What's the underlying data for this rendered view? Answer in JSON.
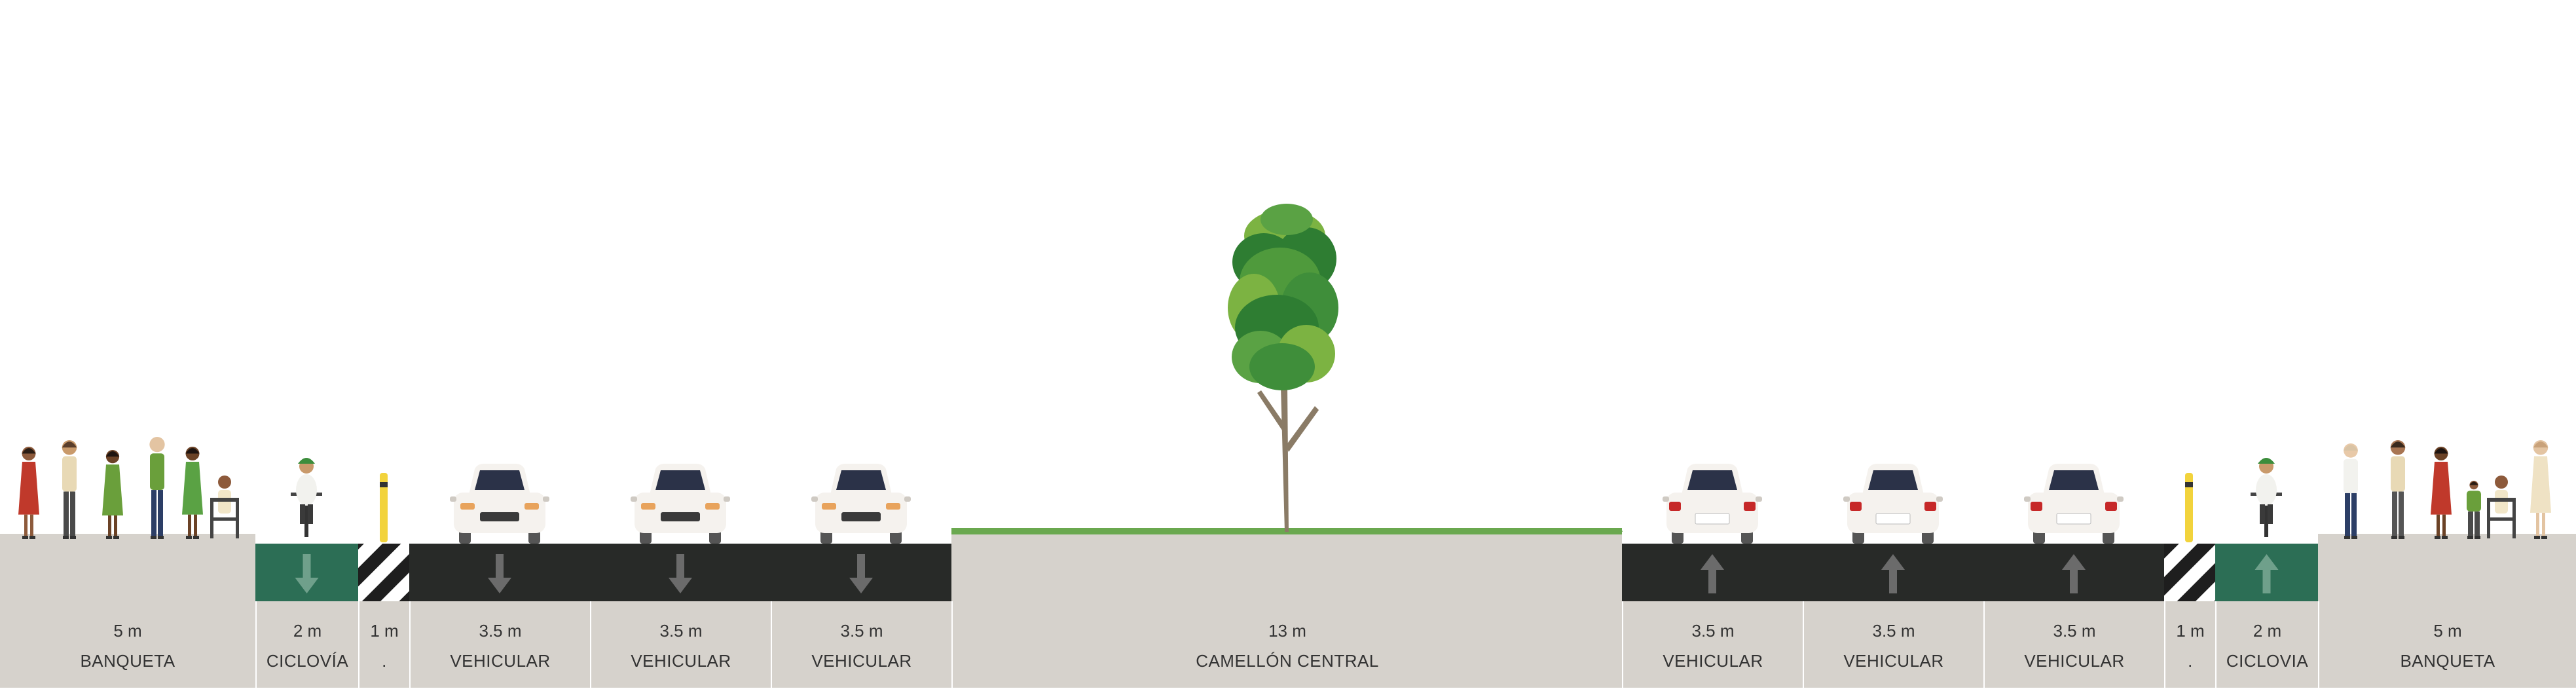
{
  "segments": [
    {
      "width_label": "5 m",
      "name": "BANQUETA",
      "kind": "sidewalk"
    },
    {
      "width_label": "2 m",
      "name": "CICLOVÍA",
      "kind": "bike",
      "direction": "down"
    },
    {
      "width_label": "1 m",
      "name": ".",
      "kind": "buffer"
    },
    {
      "width_label": "3.5 m",
      "name": "VEHICULAR",
      "kind": "drive",
      "direction": "down"
    },
    {
      "width_label": "3.5 m",
      "name": "VEHICULAR",
      "kind": "drive",
      "direction": "down"
    },
    {
      "width_label": "3.5 m",
      "name": "VEHICULAR",
      "kind": "drive",
      "direction": "down"
    },
    {
      "width_label": "13 m",
      "name": "CAMELLÓN CENTRAL",
      "kind": "median"
    },
    {
      "width_label": "3.5 m",
      "name": "VEHICULAR",
      "kind": "drive",
      "direction": "up"
    },
    {
      "width_label": "3.5 m",
      "name": "VEHICULAR",
      "kind": "drive",
      "direction": "up"
    },
    {
      "width_label": "3.5 m",
      "name": "VEHICULAR",
      "kind": "drive",
      "direction": "up"
    },
    {
      "width_label": "1 m",
      "name": ".",
      "kind": "buffer"
    },
    {
      "width_label": "2 m",
      "name": "CICLOVIA",
      "kind": "bike",
      "direction": "up"
    },
    {
      "width_label": "5 m",
      "name": "BANQUETA",
      "kind": "sidewalk"
    }
  ],
  "colors": {
    "sidewalk": "#d6d2cc",
    "asphalt": "#282a28",
    "bike_lane": "#2c6e55",
    "arrow_bike": "#6fa08b",
    "arrow_drive": "#6b6b6b",
    "grass": "#6aa84f",
    "tree_dark": "#2e7d32",
    "tree_light": "#7cb342",
    "trunk": "#8a7b66",
    "car_body": "#f5f2ee",
    "car_glass": "#2b3248",
    "taillight": "#c62828"
  },
  "icons": [
    "pedestrian-icon",
    "cyclist-icon",
    "car-icon",
    "tree-icon",
    "bollard-icon",
    "arrow-icon"
  ]
}
